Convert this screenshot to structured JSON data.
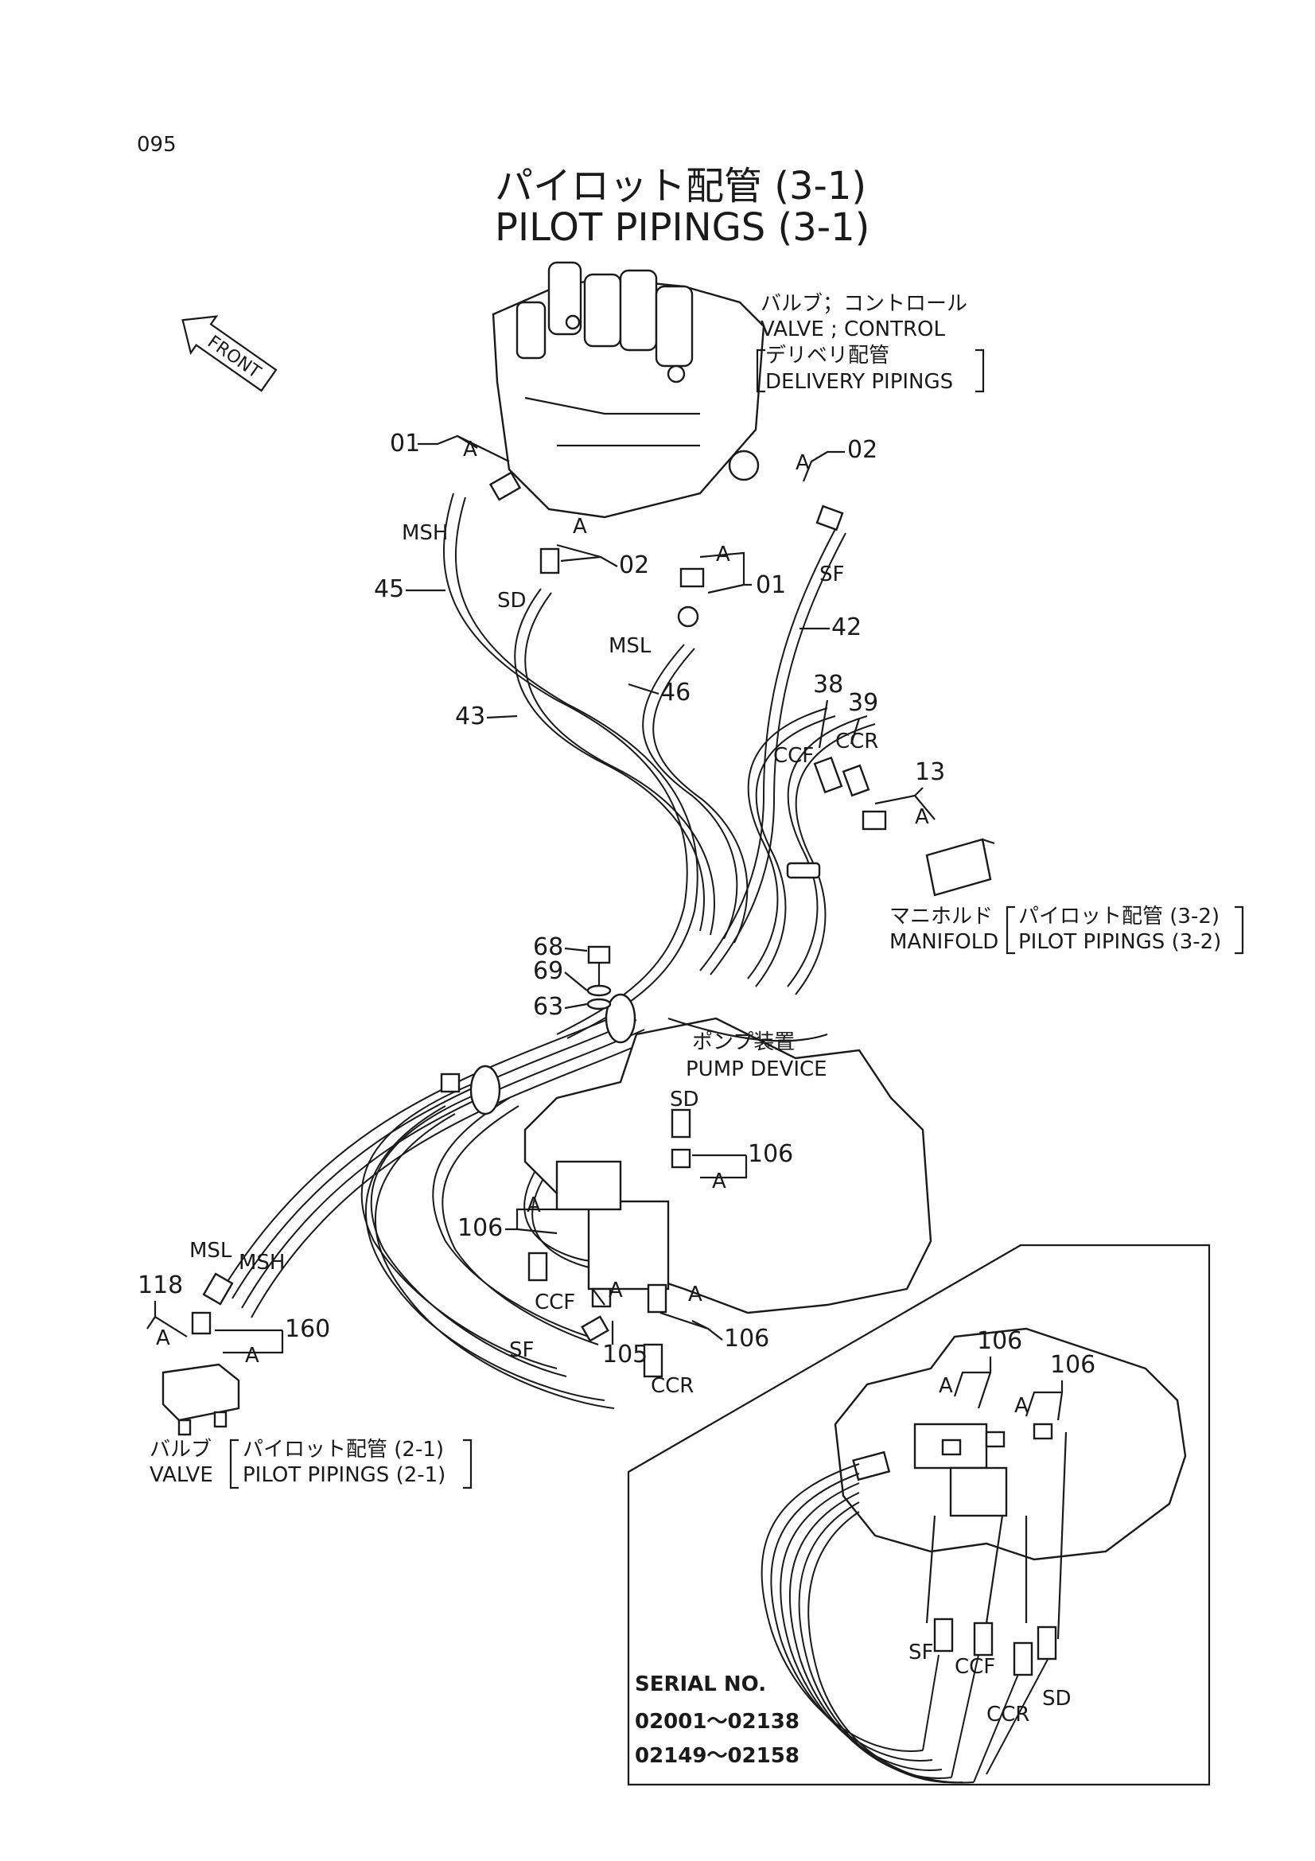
{
  "page": {
    "number": "095"
  },
  "title": {
    "jp": "パイロット配管 (3-1)",
    "en": "PILOT PIPINGS (3-1)"
  },
  "front_arrow": "FRONT",
  "callouts": {
    "control_valve": {
      "jp": "バルブ；コントロール",
      "en": "VALVE ; CONTROL",
      "ref_jp": "デリベリ配管",
      "ref_en": "DELIVERY PIPINGS"
    },
    "manifold": {
      "jp": "マニホルド",
      "en": "MANIFOLD",
      "ref_jp": "パイロット配管 (3-2)",
      "ref_en": "PILOT PIPINGS (3-2)"
    },
    "pump": {
      "jp": "ポンプ装置",
      "en": "PUMP DEVICE"
    },
    "valve": {
      "jp": "バルブ",
      "en": "VALVE",
      "ref_jp": "パイロット配管 (2-1)",
      "ref_en": "PILOT PIPINGS (2-1)"
    }
  },
  "part_numbers": {
    "p01": "01",
    "p02": "02",
    "p13": "13",
    "p38": "38",
    "p39": "39",
    "p42": "42",
    "p43": "43",
    "p45": "45",
    "p46": "46",
    "p63": "63",
    "p68": "68",
    "p69": "69",
    "p105": "105",
    "p106": "106",
    "p118": "118",
    "p160": "160"
  },
  "detail_letter": "A",
  "hose_tags": {
    "msh": "MSH",
    "msl": "MSL",
    "sd": "SD",
    "sf": "SF",
    "ccf": "CCF",
    "ccr": "CCR"
  },
  "inset": {
    "serial_label": "SERIAL NO.",
    "ranges": [
      "02001～02138",
      "02149～02158"
    ]
  }
}
